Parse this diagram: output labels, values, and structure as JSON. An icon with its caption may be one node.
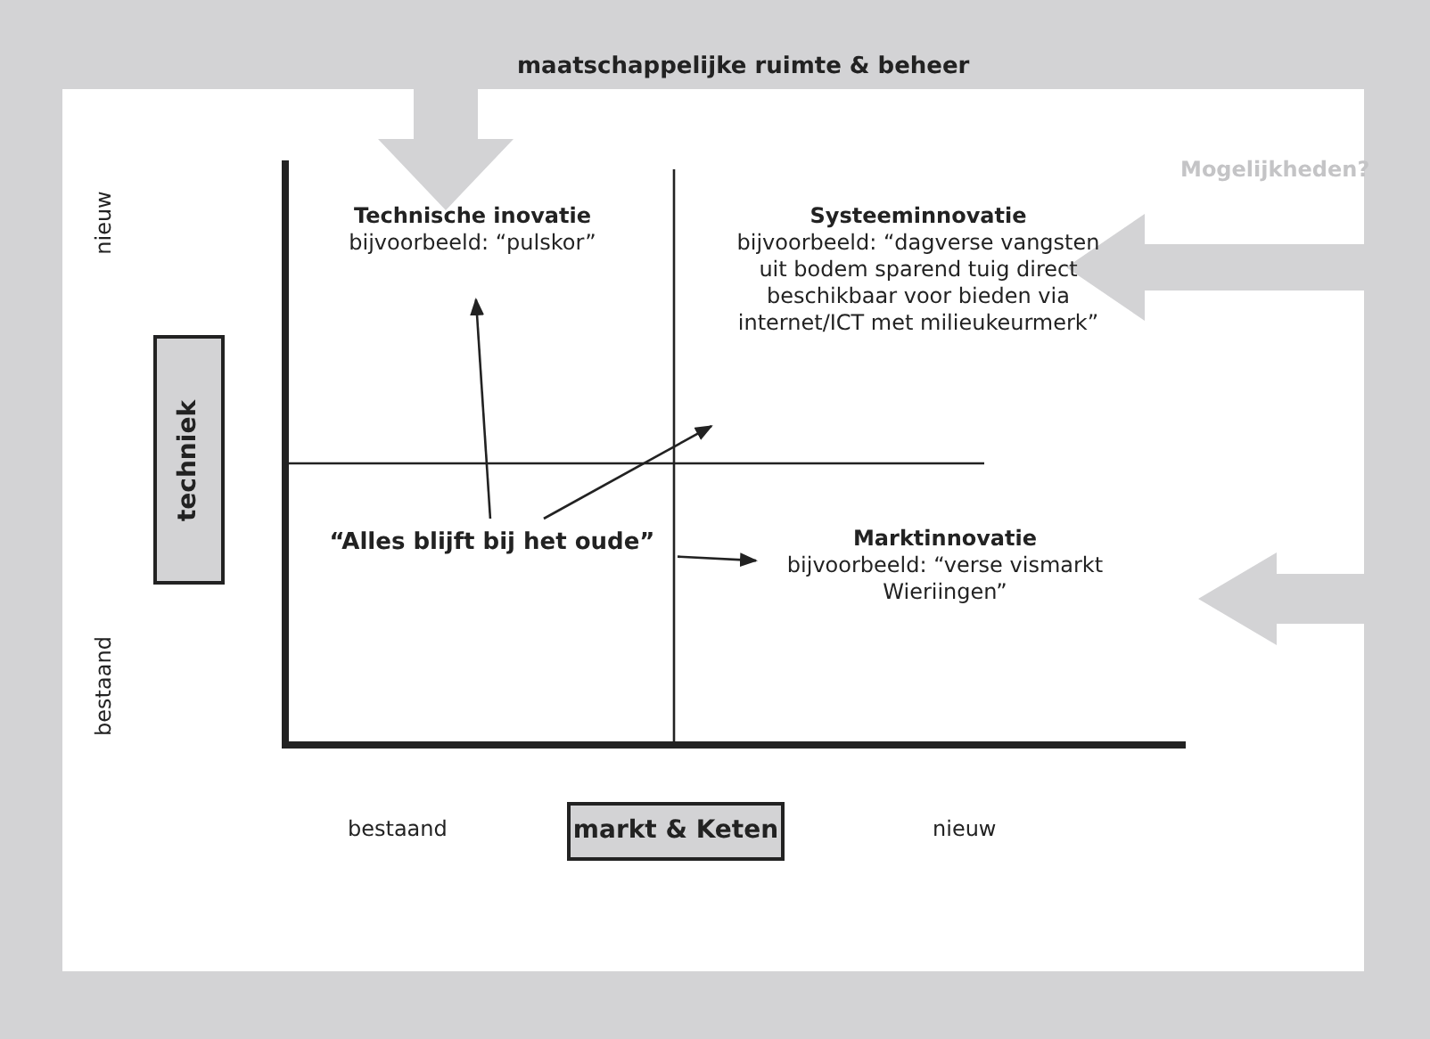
{
  "diagram": {
    "nodes": [
      {
        "text": [
          "Technische inovatie",
          "bijvoorbeeld: “pulskor”"
        ]
      },
      {
        "text": [
          "Systeeminnovatie",
          "bijvoorbeeld: “dagverse vangsten uit bodem sparend tuig direct beschikbaar voor bieden via internet/ICT met milieukeurmerk”"
        ]
      },
      {
        "text": [
          "“Alles blijft bij het oude”"
        ]
      },
      {
        "text": [
          "Marktinnovatie",
          "bijvoorbeeld: “verse vismarkt Wieriingen”"
        ]
      },
      {
        "text": [
          "techniek"
        ]
      },
      {
        "text": [
          "markt & Keten"
        ]
      }
    ],
    "edges": [
      {
        "from": 2,
        "to": 0,
        "arrow": "to"
      },
      {
        "from": 2,
        "to": 1,
        "arrow": "to"
      },
      {
        "from": 2,
        "to": 3,
        "arrow": "to"
      }
    ],
    "labels": [
      "maatschappelijke ruimte & beheer",
      "Mogelijkheden?",
      "nieuw",
      "bestaand",
      "bestaand",
      "nieuw"
    ]
  }
}
